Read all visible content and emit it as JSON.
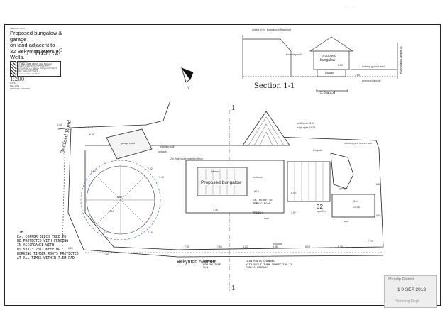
{
  "title_block": {
    "description_label": "DESCRIPTION",
    "title_lines": [
      "Proposed bungalow & garage",
      "on land adjacent to",
      "32 Bekynton Avenue, Wells."
    ],
    "notes_label": "Notes & Revisions",
    "notes": [
      "Levels are spot levels to an arbitrary datum",
      "Location of boundary & garage changed 07/10/13",
      "Bt 'boundary' added 07/10/13",
      "L Tree positions added 14.08.13"
    ],
    "scale_label": "SCALE",
    "scale": "1:200",
    "date_label": "DATE",
    "date": "May 2013",
    "drawing_number_label": "DRAWING NUMBER",
    "drawing_number": "1897.2",
    "revision": "C",
    "firm_lines": [
      "J. BEE LAMB FRICS (Dip. BCtech)",
      "Chartered Surveyor & Engineer",
      "Surrey Bembre Wells"
    ]
  },
  "section": {
    "title": "Section 1-1",
    "scale_bar": "5.0 a.s.d",
    "top_label": "outline of ex. bungalow (off section)",
    "house_label_1": "proposed",
    "house_label_2": "bungalow",
    "garage_label": "garage",
    "road_label": "Bekynton Avenue",
    "left_note": "boundary wall",
    "ground_label_1": "existing ground level",
    "ground_label_2": "proposed ground",
    "level_1": "8.50",
    "level_2": "7.65"
  },
  "plan": {
    "road_horizontal": "Bekynton Avenue",
    "road_vertical": "Bedford Road",
    "section_marker": "1",
    "plot_label": "Proposed bungalow",
    "plot_number": "32",
    "plot_sub": "spot 10.0",
    "garage_block": "garage block",
    "lawn_1": "lawn",
    "lawn_2": "lawn",
    "lawn_3": "lawn",
    "footpath_1": "footpath",
    "footpath_2": "footpath",
    "footpath_3": "footpath",
    "retaining_wall": "retaining wall",
    "retaining_wall_2": "retaining and screen wall",
    "fence_note": "2m. high close boarded fence",
    "ridge_note_1": "soffit level 15.19",
    "ridge_note_2": "ridge apex 14.25",
    "bedroom": "bedroom",
    "kitchen": "kitchen",
    "garage": "garage",
    "levels": [
      "6.44",
      "6.73",
      "6.55",
      "6.50",
      "7.02",
      "7.40",
      "7.60",
      "6.13",
      "7.07",
      "7.16",
      "7.80",
      "7.66",
      "8.24",
      "8.48",
      "8.28",
      "8.36",
      "7.73",
      "6.62",
      "6.91",
      "6.20",
      "7.58",
      "8.15",
      "7.46",
      "7.97",
      "8.08",
      "8.04",
      "10.18"
    ]
  },
  "annotations": {
    "tree_note": [
      "T1B",
      "Ex. COPPER BEECH TREE TO",
      "BE PROTECTED WITH FENCING",
      "IN ACCORDANCE WITH",
      "BS 5837: 2012 KEEPING",
      "WORKING TIMBER ROOTS PROTECTED",
      "AT ALL TIMES WITHIN 7.5M RAD"
    ],
    "hedge_note": [
      "EX. HEDGE TO",
      "PUBLIC ROAD"
    ],
    "trench_note": "TRENCH",
    "drain_note": [
      "LEAN ROOTS CHANNEL",
      "WITH BUILT THEM CONNECTING TO",
      "PUBLIC FOOTWAY"
    ],
    "boundary_note": [
      "BOUNDARY",
      "HOW 5M TREE",
      "PLN"
    ]
  },
  "stamp": {
    "office": "Mendip District",
    "date": "1 0 SEP 2013",
    "dept": "Planning Dept"
  },
  "north_label": "N"
}
